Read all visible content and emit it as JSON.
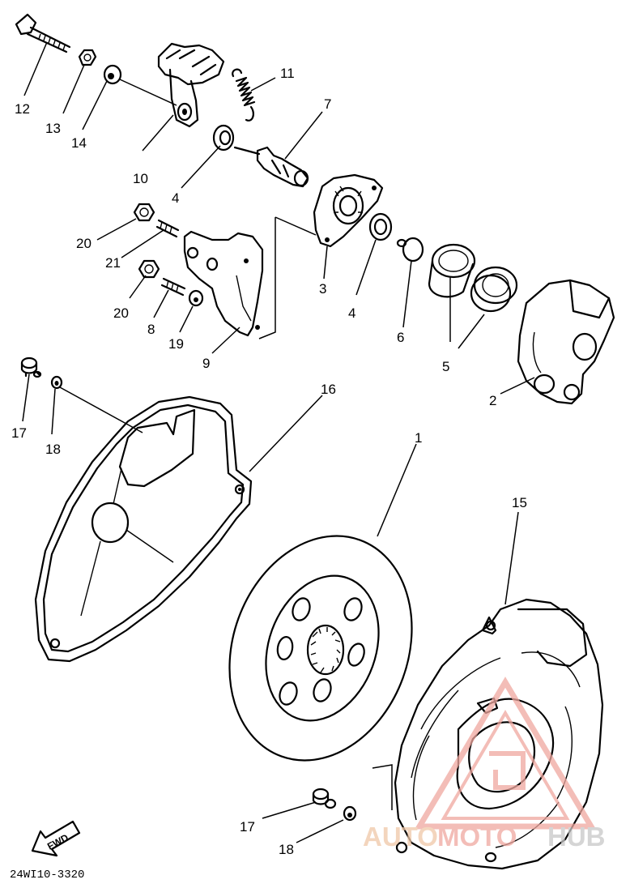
{
  "diagram_code": "24WI10-3320",
  "fwd_label": "FWD",
  "watermark": {
    "text_left": "AUTO",
    "text_mid": "MOTO",
    "text_right": "HUB",
    "color_primary": "#f0a8a0",
    "color_secondary": "#d8d8d8"
  },
  "callouts": [
    {
      "id": "c12",
      "text": "12"
    },
    {
      "id": "c13",
      "text": "13"
    },
    {
      "id": "c14",
      "text": "14"
    },
    {
      "id": "c10",
      "text": "10"
    },
    {
      "id": "c11",
      "text": "11"
    },
    {
      "id": "c7",
      "text": "7"
    },
    {
      "id": "c4a",
      "text": "4"
    },
    {
      "id": "c20a",
      "text": "20"
    },
    {
      "id": "c21",
      "text": "21"
    },
    {
      "id": "c20b",
      "text": "20"
    },
    {
      "id": "c8",
      "text": "8"
    },
    {
      "id": "c19",
      "text": "19"
    },
    {
      "id": "c9",
      "text": "9"
    },
    {
      "id": "c3",
      "text": "3"
    },
    {
      "id": "c4b",
      "text": "4"
    },
    {
      "id": "c6",
      "text": "6"
    },
    {
      "id": "c5",
      "text": "5"
    },
    {
      "id": "c2",
      "text": "2"
    },
    {
      "id": "c17a",
      "text": "17"
    },
    {
      "id": "c18a",
      "text": "18"
    },
    {
      "id": "c16",
      "text": "16"
    },
    {
      "id": "c1",
      "text": "1"
    },
    {
      "id": "c15",
      "text": "15"
    },
    {
      "id": "c17b",
      "text": "17"
    },
    {
      "id": "c18b",
      "text": "18"
    }
  ]
}
